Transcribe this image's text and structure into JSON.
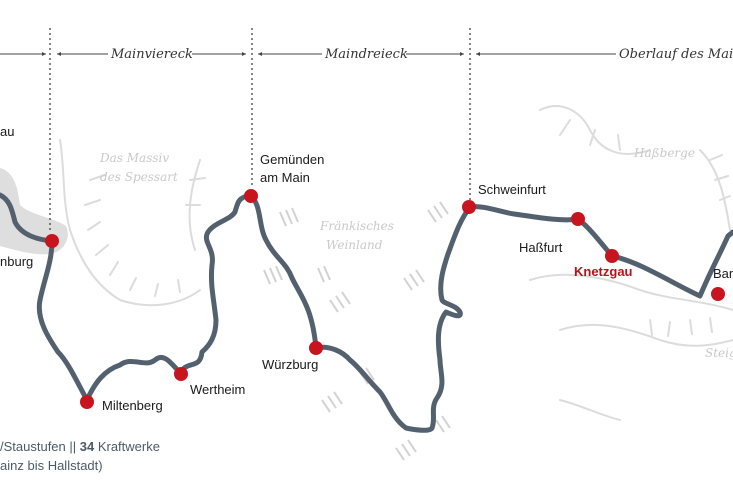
{
  "sections": {
    "mainviereck": "Mainviereck",
    "maindreieck": "Maindreieck",
    "oberlauf": "Oberlauf des Main"
  },
  "terrain": {
    "spessart_line1": "Das Massiv",
    "spessart_line2": "des Spessart",
    "weinland_line1": "Fränkisches",
    "weinland_line2": "Weinland",
    "hassberge": "Haßberge",
    "steigerwald": "Steig"
  },
  "towns": {
    "au": "au",
    "aschaffenburg": "nburg",
    "miltenberg": "Miltenberg",
    "wertheim": "Wertheim",
    "gemuenden_line1": "Gemünden",
    "gemuenden_line2": "am Main",
    "wuerzburg": "Würzburg",
    "schweinfurt": "Schweinfurt",
    "hassfurt": "Haßfurt",
    "knetzgau": "Knetzgau",
    "bamberg": "Bam"
  },
  "footer": {
    "line1_prefix": "/Staustufen || ",
    "line1_number": "34",
    "line1_suffix": " Kraftwerke",
    "line2": "ainz bis Hallstadt)"
  },
  "colors": {
    "river": "#53616e",
    "marker": "#c8141e",
    "highlight_text": "#b5121b",
    "terrain": "#dcdcdc"
  }
}
